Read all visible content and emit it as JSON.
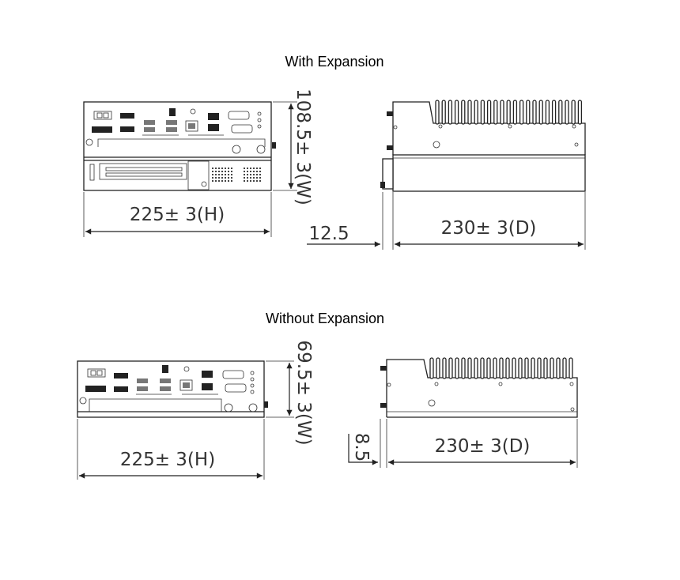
{
  "with_expansion": {
    "title": "With Expansion",
    "front_width": "225± 3(H)",
    "height": "108.5± 3(W)",
    "offset": "12.5",
    "depth": "230± 3(D)"
  },
  "without_expansion": {
    "title": "Without Expansion",
    "front_width": "225± 3(H)",
    "height": "69.5± 3(W)",
    "offset": "8.5",
    "depth": "230± 3(D)"
  }
}
